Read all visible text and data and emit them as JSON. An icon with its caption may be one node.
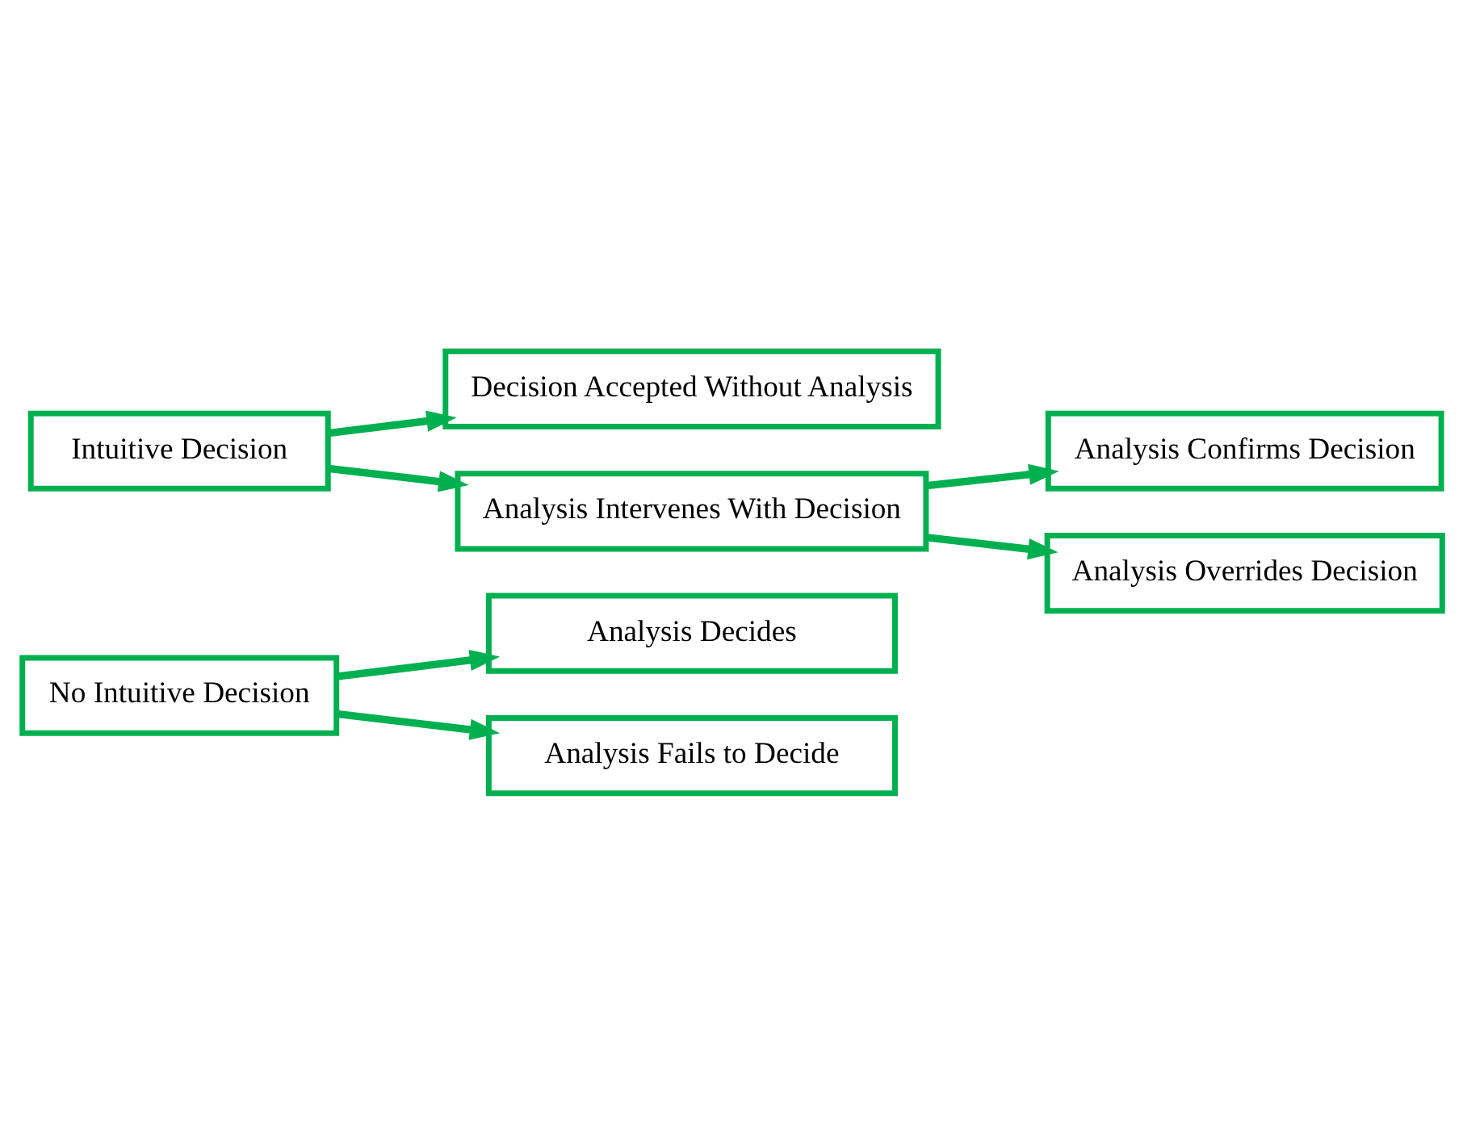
{
  "diagram": {
    "nodes": [
      {
        "text": [
          "No Intuitive Decision"
        ]
      },
      {
        "text": [
          "Analysis Decides"
        ]
      },
      {
        "text": [
          "Analysis Fails to Decide"
        ]
      },
      {
        "text": [
          "Intuitive Decision"
        ]
      },
      {
        "text": [
          "Decision Accepted Without Analysis"
        ]
      },
      {
        "text": [
          "Analysis Intervenes With Decision"
        ]
      },
      {
        "text": [
          "Analysis Confirms Decision"
        ]
      },
      {
        "text": [
          "Analysis Overrides Decision"
        ]
      }
    ],
    "edges": [
      {
        "from": 0,
        "to": 1,
        "arrow": "to"
      },
      {
        "from": 0,
        "to": 2,
        "arrow": "to"
      },
      {
        "from": 3,
        "to": 4,
        "arrow": "to"
      },
      {
        "from": 3,
        "to": 5,
        "arrow": "to"
      },
      {
        "from": 5,
        "to": 6,
        "arrow": "to"
      },
      {
        "from": 5,
        "to": 7,
        "arrow": "to"
      }
    ]
  }
}
